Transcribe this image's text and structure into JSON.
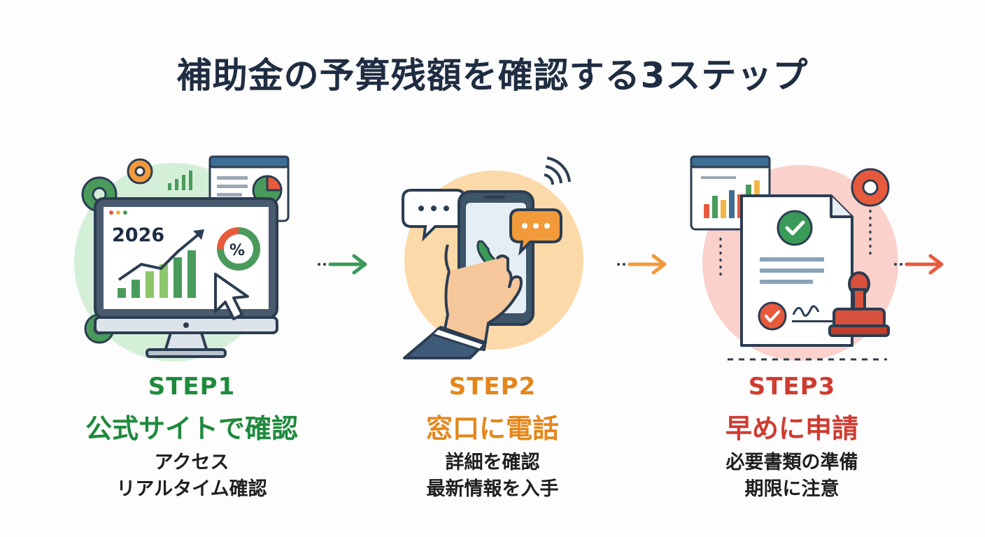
{
  "title": "補助金の予算残額を確認する3ステップ",
  "steps": [
    {
      "label": "STEP1",
      "title": "公式サイトで確認",
      "desc_1": "アクセス",
      "desc_2": "リアルタイム確認",
      "color": "#1e8a3c",
      "monitor_year": "2026",
      "percent": "%"
    },
    {
      "label": "STEP2",
      "title": "窓口に電話",
      "desc_1": "詳細を確認",
      "desc_2": "最新情報を入手",
      "color": "#e4861a"
    },
    {
      "label": "STEP3",
      "title": "早めに申請",
      "desc_1": "必要書類の準備",
      "desc_2": "期限に注意",
      "color": "#cf3b30"
    }
  ]
}
